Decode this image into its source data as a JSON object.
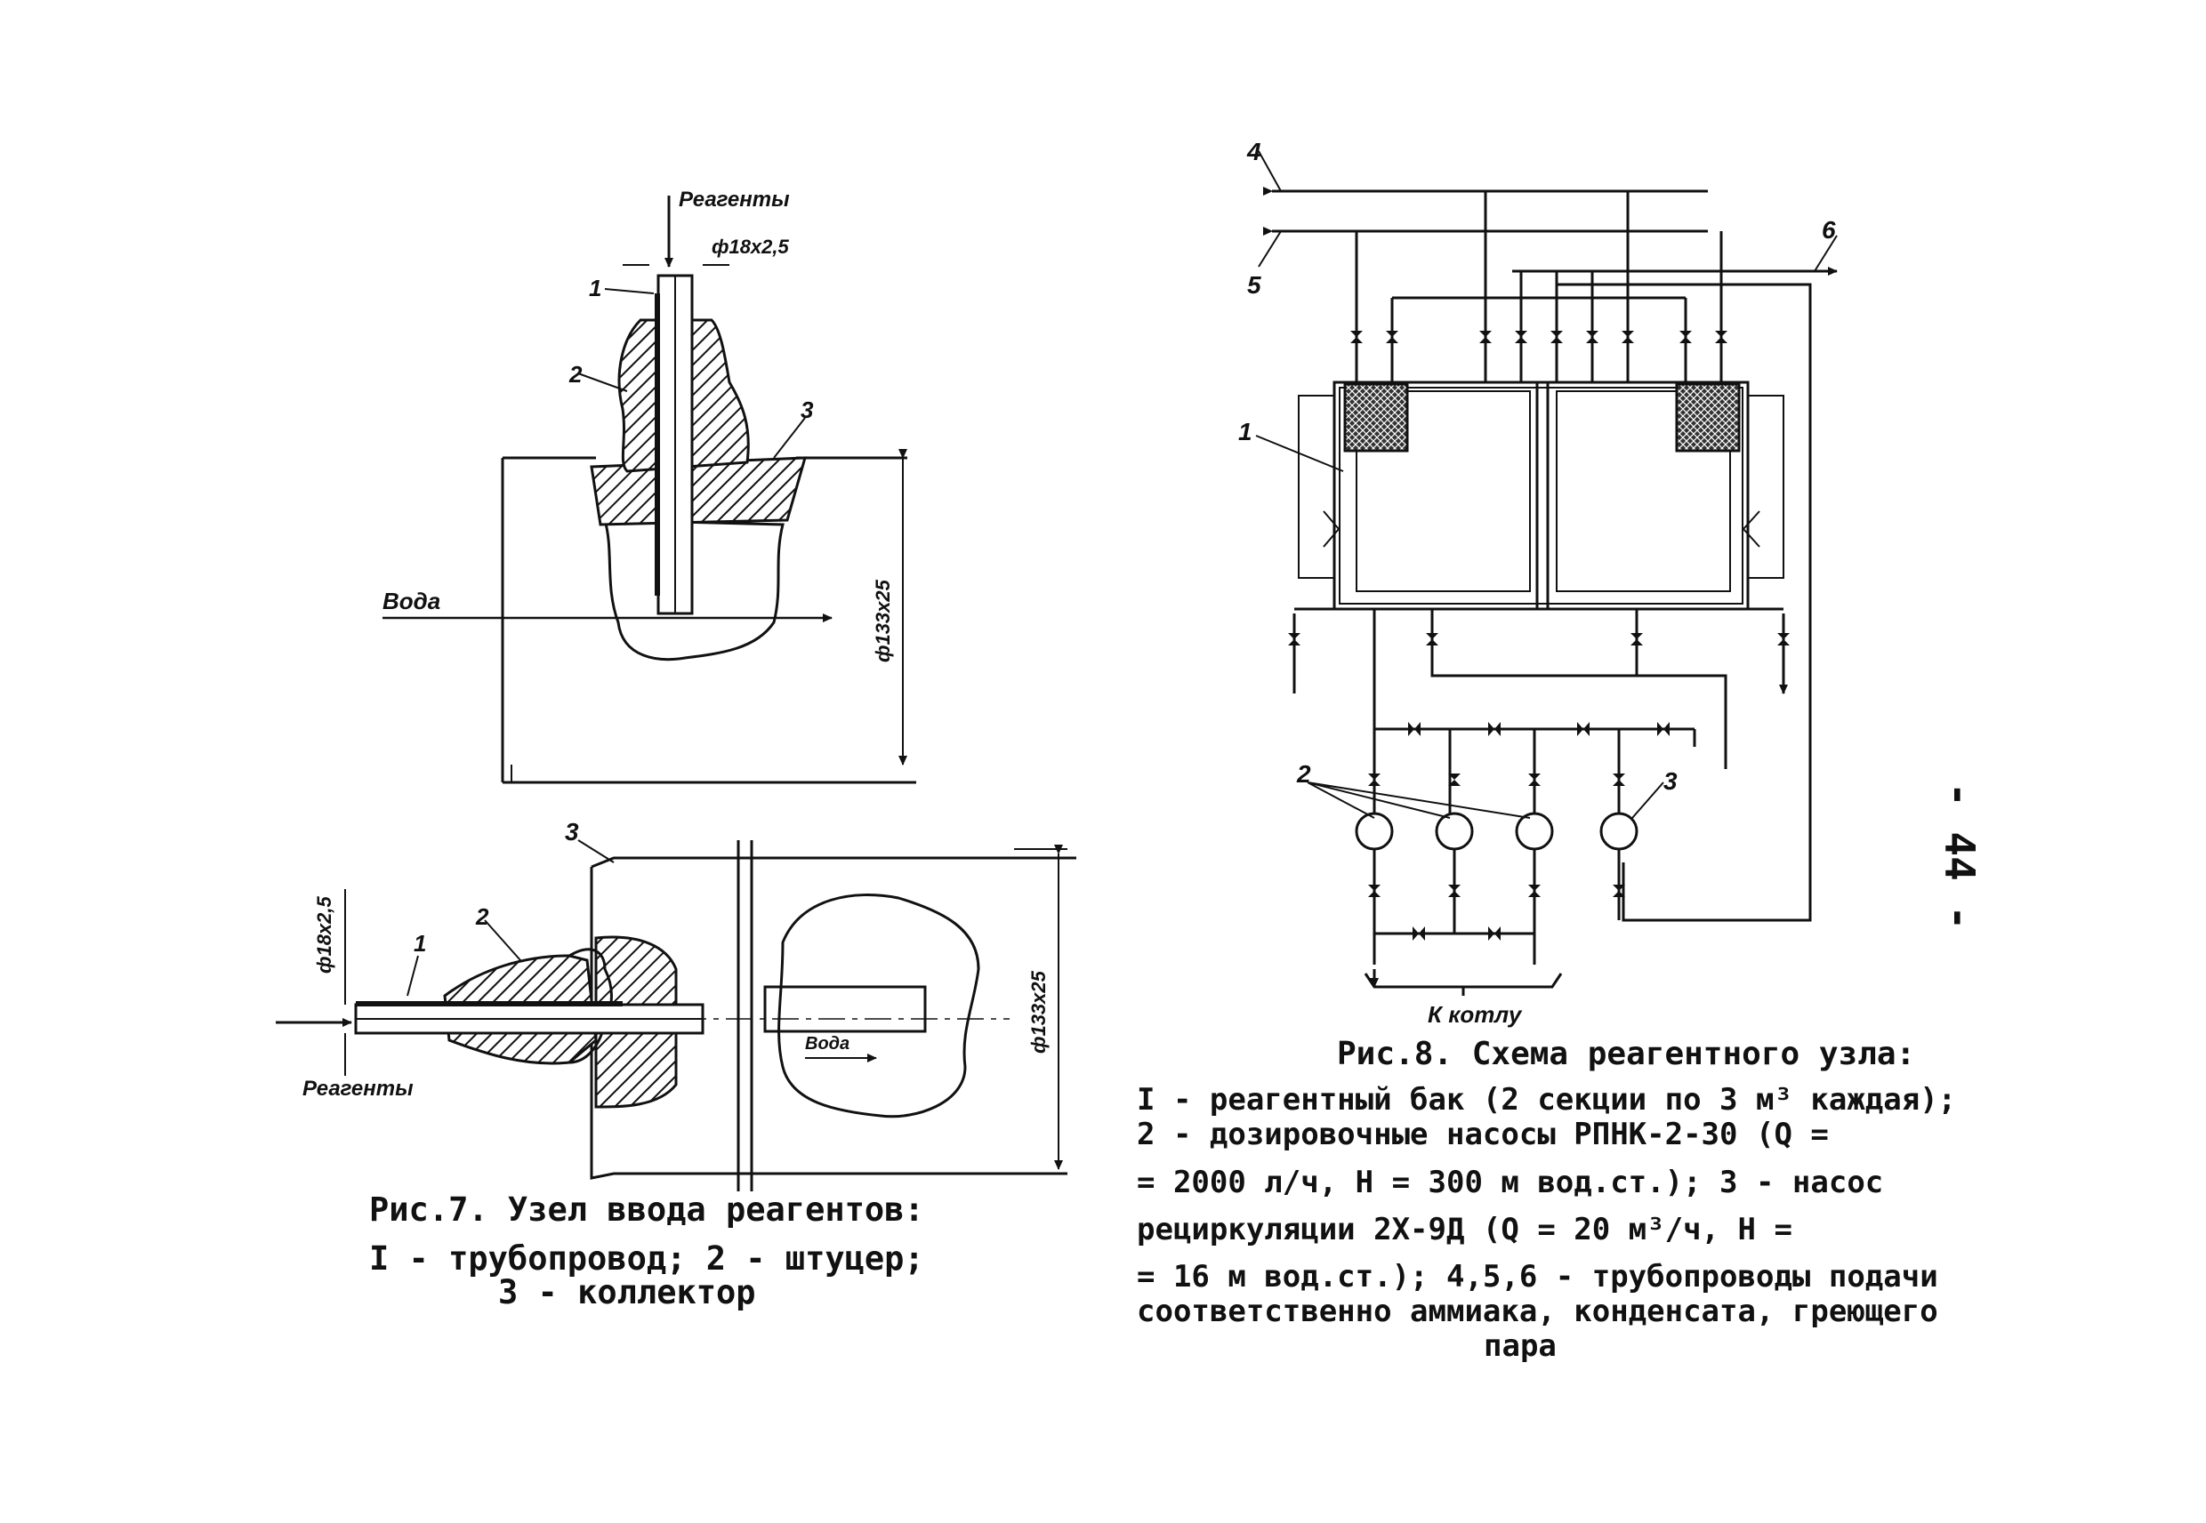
{
  "fig7": {
    "label_reagents_top": "Реагенты",
    "label_reagents_bottom": "Реагенты",
    "label_water": "Вода",
    "label_water_bottom": "Вода",
    "dim_pipe_top": "ф18х2,5",
    "dim_pipe_left": "ф18х2,5",
    "dim_collector_top": "ф133х25",
    "dim_collector_bottom": "ф133х25",
    "part_1": "1",
    "part_2": "2",
    "part_3": "3",
    "caption_title": "Рис.7. Узел ввода реагентов:",
    "caption_line1": "I - трубопровод; 2 - штуцер;",
    "caption_line2": "3 - коллектор"
  },
  "fig8": {
    "label_1": "1",
    "label_2": "2",
    "label_3": "3",
    "label_4": "4",
    "label_5": "5",
    "label_6": "6",
    "label_to_boiler": "К котлу",
    "caption_title": "Рис.8. Схема реагентного узла:",
    "caption_lines": [
      "I - реагентный бак (2 секции по 3 м³ каждая);",
      "2 - дозировочные насосы РПНК-2-30 (Q =",
      "= 2000 л/ч, H = 300 м вод.ст.); 3 - насос",
      "рециркуляции 2Х-9Д (Q = 20 м³/ч, H =",
      "= 16 м вод.ст.); 4,5,6 - трубопроводы подачи",
      "соответственно аммиака, конденсата, греющего",
      "пара"
    ]
  },
  "page_number": "- 44 -"
}
